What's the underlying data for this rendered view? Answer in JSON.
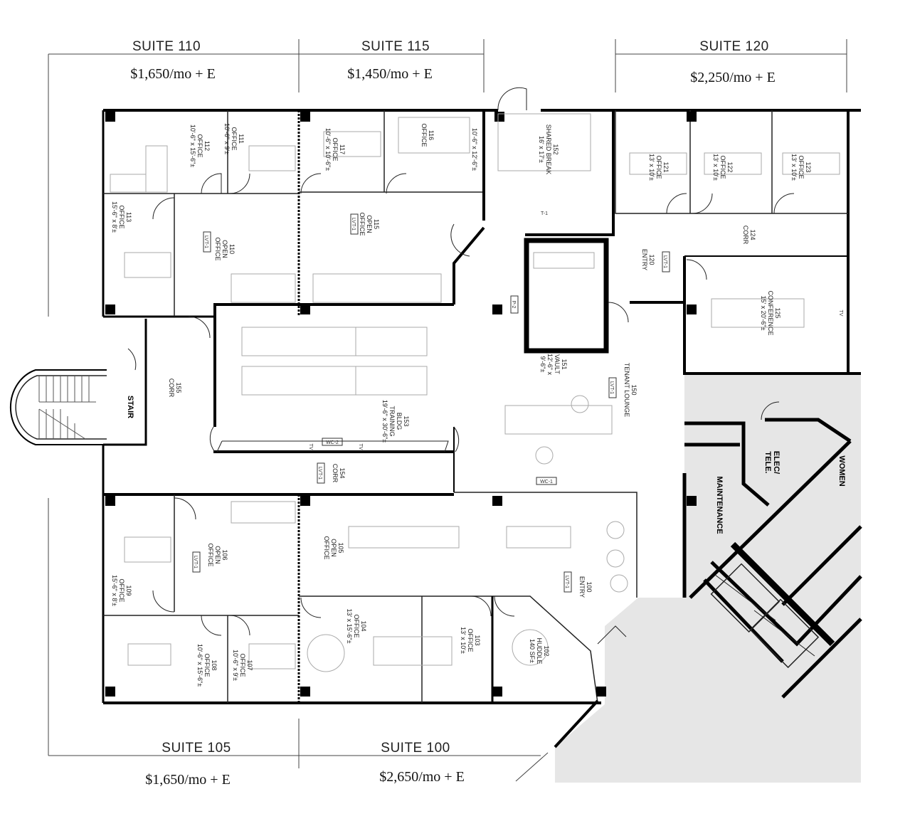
{
  "suites": {
    "top": [
      {
        "name": "SUITE 110",
        "price": "$1,650/mo + E"
      },
      {
        "name": "SUITE 115",
        "price": "$1,450/mo + E"
      },
      {
        "name": "SUITE 120",
        "price": "$2,250/mo + E"
      }
    ],
    "bottom": [
      {
        "name": "SUITE 105",
        "price": "$1,650/mo + E"
      },
      {
        "name": "SUITE 100",
        "price": "$2,650/mo + E"
      }
    ]
  },
  "rooms": {
    "r112": {
      "num": "112",
      "name": "OFFICE",
      "dims": "10'-6\" x 15'-6\"±"
    },
    "r111": {
      "num": "111",
      "name": "OFFICE",
      "dims": "10'-6\" x 9'±"
    },
    "r117": {
      "num": "117",
      "name": "OFFICE",
      "dims": "10'-6\" x 10'-6\"±"
    },
    "r116": {
      "num": "116",
      "name": "OFFICE",
      "dims": "10'-6\" x 12'-6\"±"
    },
    "r152": {
      "num": "152",
      "name": "SHARED BREAK",
      "dims": "16' x 17'±"
    },
    "r121": {
      "num": "121",
      "name": "OFFICE",
      "dims": "13' x 10'±"
    },
    "r122": {
      "num": "122",
      "name": "OFFICE",
      "dims": "13' x 10'±"
    },
    "r123": {
      "num": "123",
      "name": "OFFICE",
      "dims": "13' x 10'±"
    },
    "r113": {
      "num": "113",
      "name": "OFFICE",
      "dims": "15'-6\" x 8'±"
    },
    "r110": {
      "num": "110",
      "name": "OPEN",
      "name2": "OFFICE"
    },
    "r115": {
      "num": "115",
      "name": "OPEN",
      "name2": "OFFICE"
    },
    "r124": {
      "num": "124",
      "name": "CORR"
    },
    "r120": {
      "num": "120",
      "name": "ENTRY"
    },
    "r125": {
      "num": "125",
      "name": "CONFERENCE",
      "dims": "15' x 20'-6\"±"
    },
    "r155": {
      "num": "155",
      "name": "CORR"
    },
    "r153": {
      "num": "153",
      "name": "BLDG",
      "name2": "TRAINING",
      "dims": "19'-6\" x 30'-6\"±"
    },
    "r151": {
      "num": "151",
      "name": "VAULT",
      "dims": "12'-6\" x",
      "dims2": "9'-6\"±"
    },
    "r150": {
      "num": "150",
      "name": "TENANT LOUNGE"
    },
    "r154": {
      "num": "154",
      "name": "CORR"
    },
    "r106": {
      "num": "106",
      "name": "OPEN",
      "name2": "OFFICE"
    },
    "r105": {
      "num": "105",
      "name": "OPEN",
      "name2": "OFFICE"
    },
    "r100": {
      "num": "100",
      "name": "ENTRY"
    },
    "r109": {
      "num": "109",
      "name": "OFFICE",
      "dims": "15'-6\" x 8'±"
    },
    "r104": {
      "num": "104",
      "name": "OFFICE",
      "dims": "13' x 15'-6\"±"
    },
    "r103": {
      "num": "103",
      "name": "OFFICE",
      "dims": "13' x 10'±"
    },
    "r102": {
      "num": "102",
      "name": "HUDDLE",
      "dims": "140 SF±"
    },
    "r108": {
      "num": "108",
      "name": "OFFICE",
      "dims": "10'-6\" x 15'-6\"±"
    },
    "r107": {
      "num": "107",
      "name": "OFFICE",
      "dims": "10'-6\" x 9'±"
    }
  },
  "core": {
    "stair": "STAIR",
    "elec": "ELEC/",
    "tele": "TELE.",
    "maintenance": "MAINTENANCE",
    "women": "WOMEN"
  },
  "tags": {
    "lvt": "LVT-1",
    "wc1": "WC-1",
    "wc2": "WC-2",
    "tv": "TV",
    "p2": "P-2",
    "t1": "T-1"
  },
  "colors": {
    "walls": "#000000",
    "furniture": "#aaaaaa",
    "common_area": "#e6e6e6"
  }
}
